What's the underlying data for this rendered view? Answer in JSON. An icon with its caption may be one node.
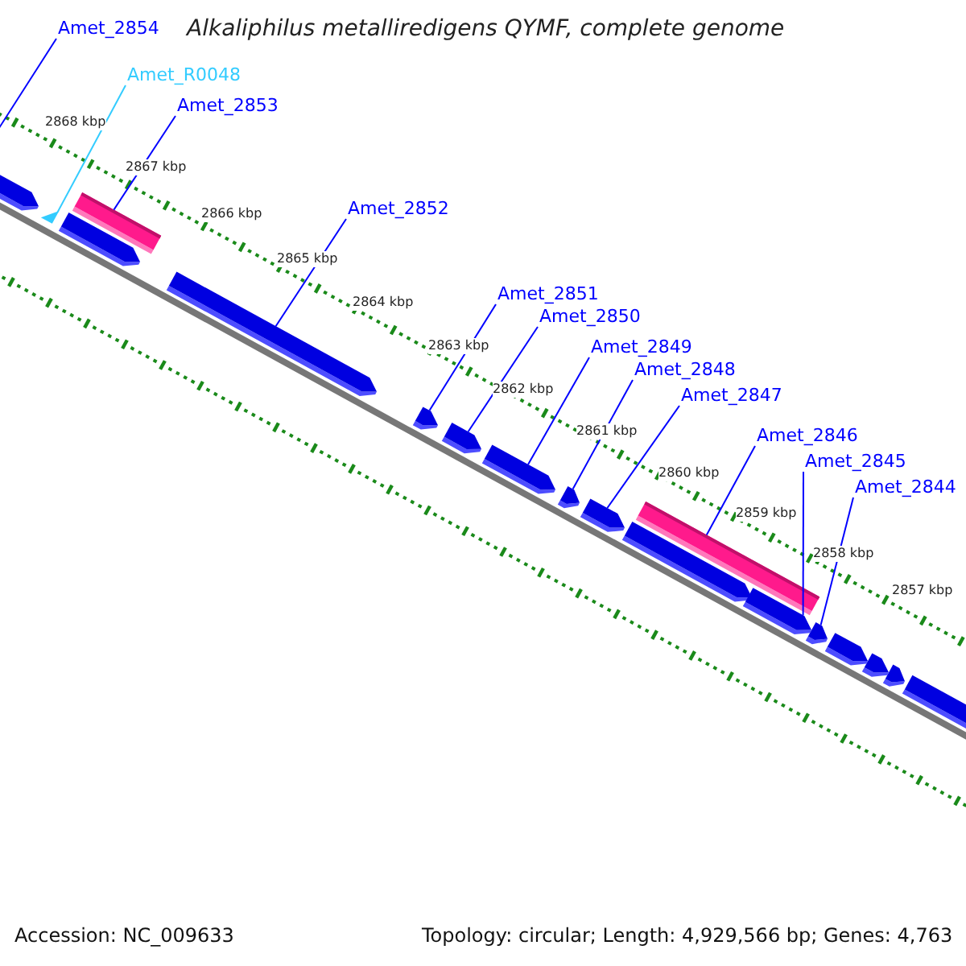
{
  "diagram": {
    "title": "Alkaliphilus metalliredigens QYMF, complete genome",
    "nodes": [
      {
        "text": [
          "Amet_2854"
        ]
      },
      {
        "text": [
          "Amet_R0048"
        ]
      },
      {
        "text": [
          "Amet_2853"
        ]
      },
      {
        "text": [
          "Amet_2852"
        ]
      },
      {
        "text": [
          "Amet_2851"
        ]
      },
      {
        "text": [
          "Amet_2850"
        ]
      },
      {
        "text": [
          "Amet_2849"
        ]
      },
      {
        "text": [
          "Amet_2848"
        ]
      },
      {
        "text": [
          "Amet_2847"
        ]
      },
      {
        "text": [
          "Amet_2846"
        ]
      },
      {
        "text": [
          "Amet_2845"
        ]
      },
      {
        "text": [
          "Amet_2844"
        ]
      },
      {
        "text": [],
        "shape": "pentagon"
      },
      {
        "text": [],
        "shape": "triangle"
      },
      {
        "text": [],
        "shape": "pentagon"
      },
      {
        "text": [],
        "shape": "bar"
      },
      {
        "text": [],
        "shape": "pentagon"
      },
      {
        "text": [],
        "shape": "pentagon"
      },
      {
        "text": [],
        "shape": "pentagon"
      },
      {
        "text": [],
        "shape": "pentagon"
      },
      {
        "text": [],
        "shape": "pentagon"
      },
      {
        "text": [],
        "shape": "pentagon"
      },
      {
        "text": [],
        "shape": "pentagon"
      },
      {
        "text": [],
        "shape": "bar"
      },
      {
        "text": [],
        "shape": "pentagon"
      },
      {
        "text": [],
        "shape": "pentagon"
      },
      {
        "text": [],
        "shape": "pentagon"
      },
      {
        "text": [],
        "shape": "pentagon"
      },
      {
        "text": [],
        "shape": "pentagon"
      },
      {
        "text": [],
        "shape": "pentagon"
      }
    ],
    "edges": [
      {
        "from": 0,
        "to": 12,
        "arrow": "none"
      },
      {
        "from": 1,
        "to": 13,
        "arrow": "none",
        "color": "#33ccff"
      },
      {
        "from": 2,
        "to": 15,
        "arrow": "none"
      },
      {
        "from": 3,
        "to": 16,
        "arrow": "none"
      },
      {
        "from": 4,
        "to": 17,
        "arrow": "none"
      },
      {
        "from": 5,
        "to": 18,
        "arrow": "none"
      },
      {
        "from": 6,
        "to": 19,
        "arrow": "none"
      },
      {
        "from": 7,
        "to": 20,
        "arrow": "none"
      },
      {
        "from": 8,
        "to": 21,
        "arrow": "none"
      },
      {
        "from": 9,
        "to": 23,
        "arrow": "none"
      },
      {
        "from": 10,
        "to": 24,
        "arrow": "none"
      },
      {
        "from": 11,
        "to": 25,
        "arrow": "none"
      }
    ],
    "labels": [
      "2868 kbp",
      "2867 kbp",
      "2866 kbp",
      "2865 kbp",
      "2864 kbp",
      "2863 kbp",
      "2862 kbp",
      "2861 kbp",
      "2860 kbp",
      "2859 kbp",
      "2858 kbp",
      "2857 kbp",
      "Accession: NC_009633",
      "Topology: circular; Length: 4,929,566 bp; Genes: 4,763"
    ]
  }
}
